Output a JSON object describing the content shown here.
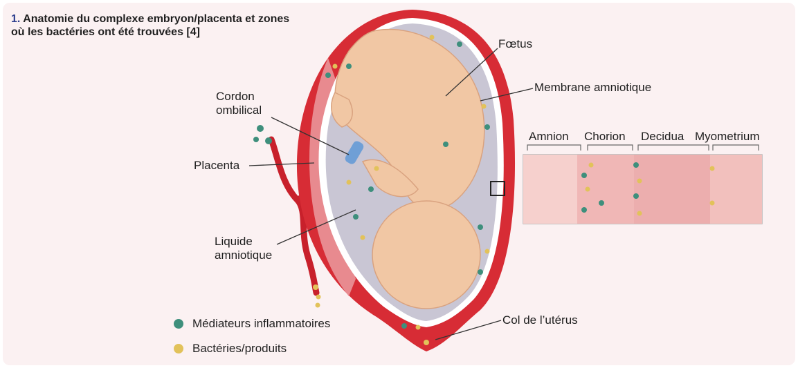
{
  "title": {
    "number": "1.",
    "line1": "Anatomie du complexe embryon/placenta et zones",
    "line2": "où les bactéries ont été trouvées [4]"
  },
  "labels": {
    "foetus": "Fœtus",
    "membrane": "Membrane amniotique",
    "cordon_line1": "Cordon",
    "cordon_line2": "ombilical",
    "placenta": "Placenta",
    "liquide_line1": "Liquide",
    "liquide_line2": "amniotique",
    "col": "Col de l’utérus"
  },
  "layers": [
    "Amnion",
    "Chorion",
    "Decidua",
    "Myometrium"
  ],
  "legend": [
    {
      "label": "Médiateurs inflammatoires",
      "color": "#3e8f7c"
    },
    {
      "label": "Bactéries/produits",
      "color": "#e2c25a"
    }
  ]
}
